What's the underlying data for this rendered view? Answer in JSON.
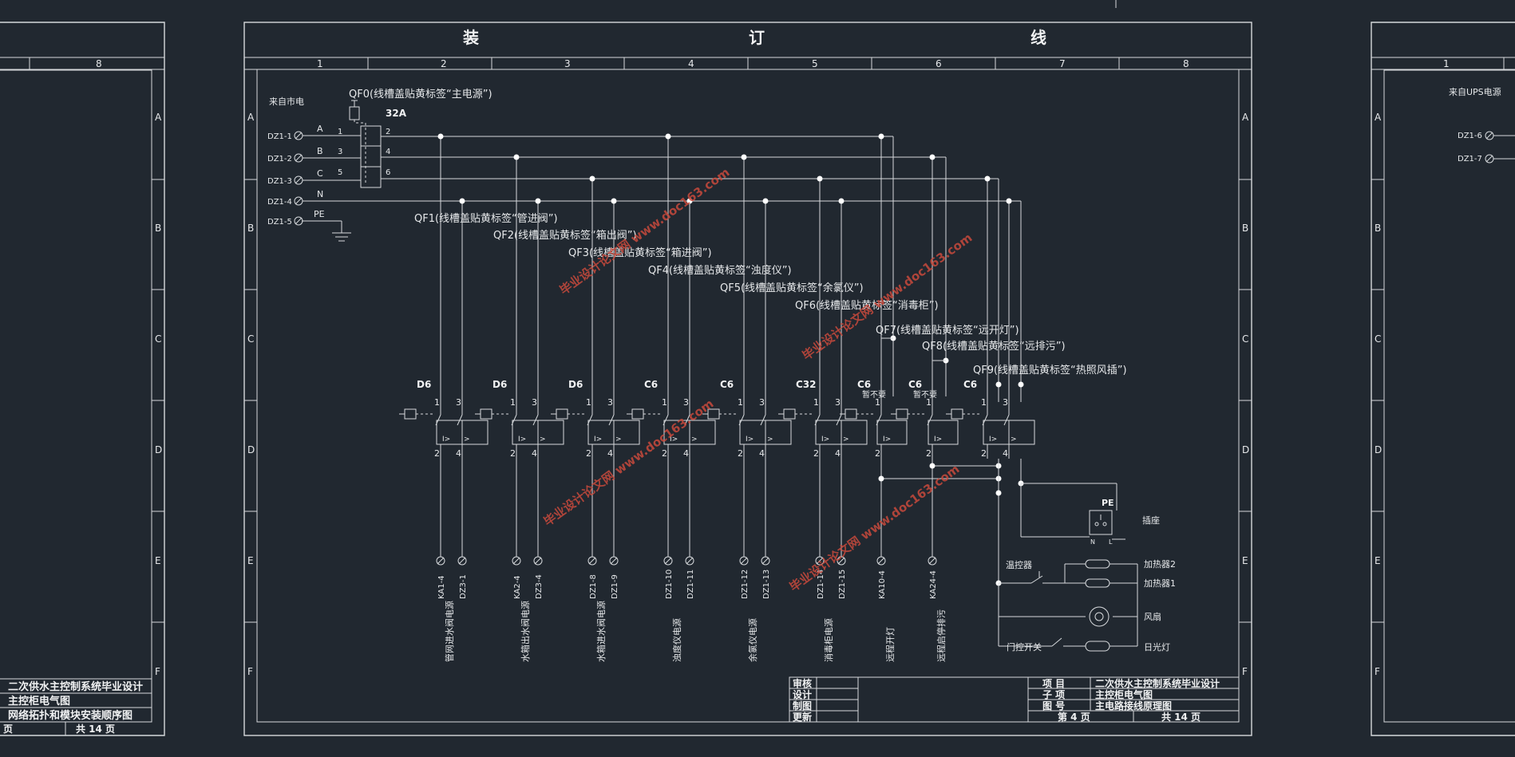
{
  "header": {
    "binding_chars": [
      "装",
      "订",
      "线"
    ],
    "columns": [
      "1",
      "2",
      "3",
      "4",
      "5",
      "6",
      "7",
      "8"
    ],
    "rows": [
      "A",
      "B",
      "C",
      "D",
      "E",
      "F"
    ]
  },
  "left_sheet": {
    "column": "8",
    "titles": [
      "二次供水主控制系统毕业设计",
      "主控柜电气图",
      "网络拓扑和模块安装顺序图"
    ],
    "footer_page": "页",
    "footer_total": "共 14 页"
  },
  "right_sheet": {
    "column": "1",
    "source": "来自UPS电源",
    "terminals": [
      "DZ1-6",
      "DZ1-7"
    ]
  },
  "main": {
    "source_label": "来自市电",
    "main_breaker": "QF0(线槽盖贴黄标签“主电源”)",
    "main_rating": "32A",
    "main_in_terms": [
      "1",
      "3",
      "5"
    ],
    "main_out_terms": [
      "2",
      "4",
      "6"
    ],
    "inputs": [
      {
        "terminal": "DZ1-1",
        "phase": "A"
      },
      {
        "terminal": "DZ1-2",
        "phase": "B"
      },
      {
        "terminal": "DZ1-3",
        "phase": "C"
      },
      {
        "terminal": "DZ1-4",
        "phase": "N"
      },
      {
        "terminal": "DZ1-5",
        "phase": "PE"
      }
    ],
    "breaker_labels": [
      "QF1(线槽盖贴黄标签“管进阀”)",
      "QF2(线槽盖贴黄标签“箱出阀”)",
      "QF3(线槽盖贴黄标签“箱进阀”)",
      "QF4(线槽盖贴黄标签“浊度仪”)",
      "QF5(线槽盖贴黄标签“余氯仪”)",
      "QF6(线槽盖贴黄标签“消毒柜”)",
      "QF7(线槽盖贴黄标签“远开灯”)",
      "QF8(线槽盖贴黄标签“远排污”)",
      "QF9(线槽盖贴黄标签“热照风插”)"
    ],
    "breakers": [
      {
        "rating": "D6",
        "note": "",
        "two_pole": true
      },
      {
        "rating": "D6",
        "note": "",
        "two_pole": true
      },
      {
        "rating": "D6",
        "note": "",
        "two_pole": true
      },
      {
        "rating": "C6",
        "note": "",
        "two_pole": true
      },
      {
        "rating": "C6",
        "note": "",
        "two_pole": true
      },
      {
        "rating": "C32",
        "note": "",
        "two_pole": true
      },
      {
        "rating": "C6",
        "note": "暂不要",
        "two_pole": false
      },
      {
        "rating": "C6",
        "note": "暂不要",
        "two_pole": false
      },
      {
        "rating": "C6",
        "note": "",
        "two_pole": true
      }
    ],
    "pole_top": [
      "1",
      "3"
    ],
    "pole_bottom": [
      "2",
      "4"
    ],
    "outputs": [
      {
        "terminals": [
          "KA1-4",
          "DZ3-1"
        ],
        "desc": "管网进水阀电源"
      },
      {
        "terminals": [
          "KA2-4",
          "DZ3-4"
        ],
        "desc": "水箱出水阀电源"
      },
      {
        "terminals": [
          "DZ1-8",
          "DZ1-9"
        ],
        "desc": "水箱进水阀电源"
      },
      {
        "terminals": [
          "DZ1-10",
          "DZ1-11"
        ],
        "desc": "浊度仪电源"
      },
      {
        "terminals": [
          "DZ1-12",
          "DZ1-13"
        ],
        "desc": "余氯仪电源"
      },
      {
        "terminals": [
          "DZ1-14",
          "DZ1-15"
        ],
        "desc": "消毒柜电源"
      },
      {
        "terminals": [
          "KA10-4"
        ],
        "desc": "远程开灯"
      },
      {
        "terminals": [
          "KA24-4"
        ],
        "desc": "远程启停排污"
      }
    ],
    "aux": {
      "pe": "PE",
      "socket": "插座",
      "socket_n": "N",
      "socket_l": "L",
      "thermostat": "温控器",
      "heater2": "加热器2",
      "heater1": "加热器1",
      "fan": "风扇",
      "door_switch": "门控开关",
      "lamp": "日光灯"
    }
  },
  "title_block": {
    "left_labels": [
      "审核",
      "设计",
      "制图",
      "更新"
    ],
    "project_label": "项  目",
    "project": "二次供水主控制系统毕业设计",
    "sub_label": "子  项",
    "sub": "主控柜电气图",
    "drawing_label": "图  号",
    "drawing": "主电路接线原理图",
    "page": "第  4  页",
    "total": "共  14  页"
  },
  "watermark": "毕业设计论文网 www.doc163.com"
}
